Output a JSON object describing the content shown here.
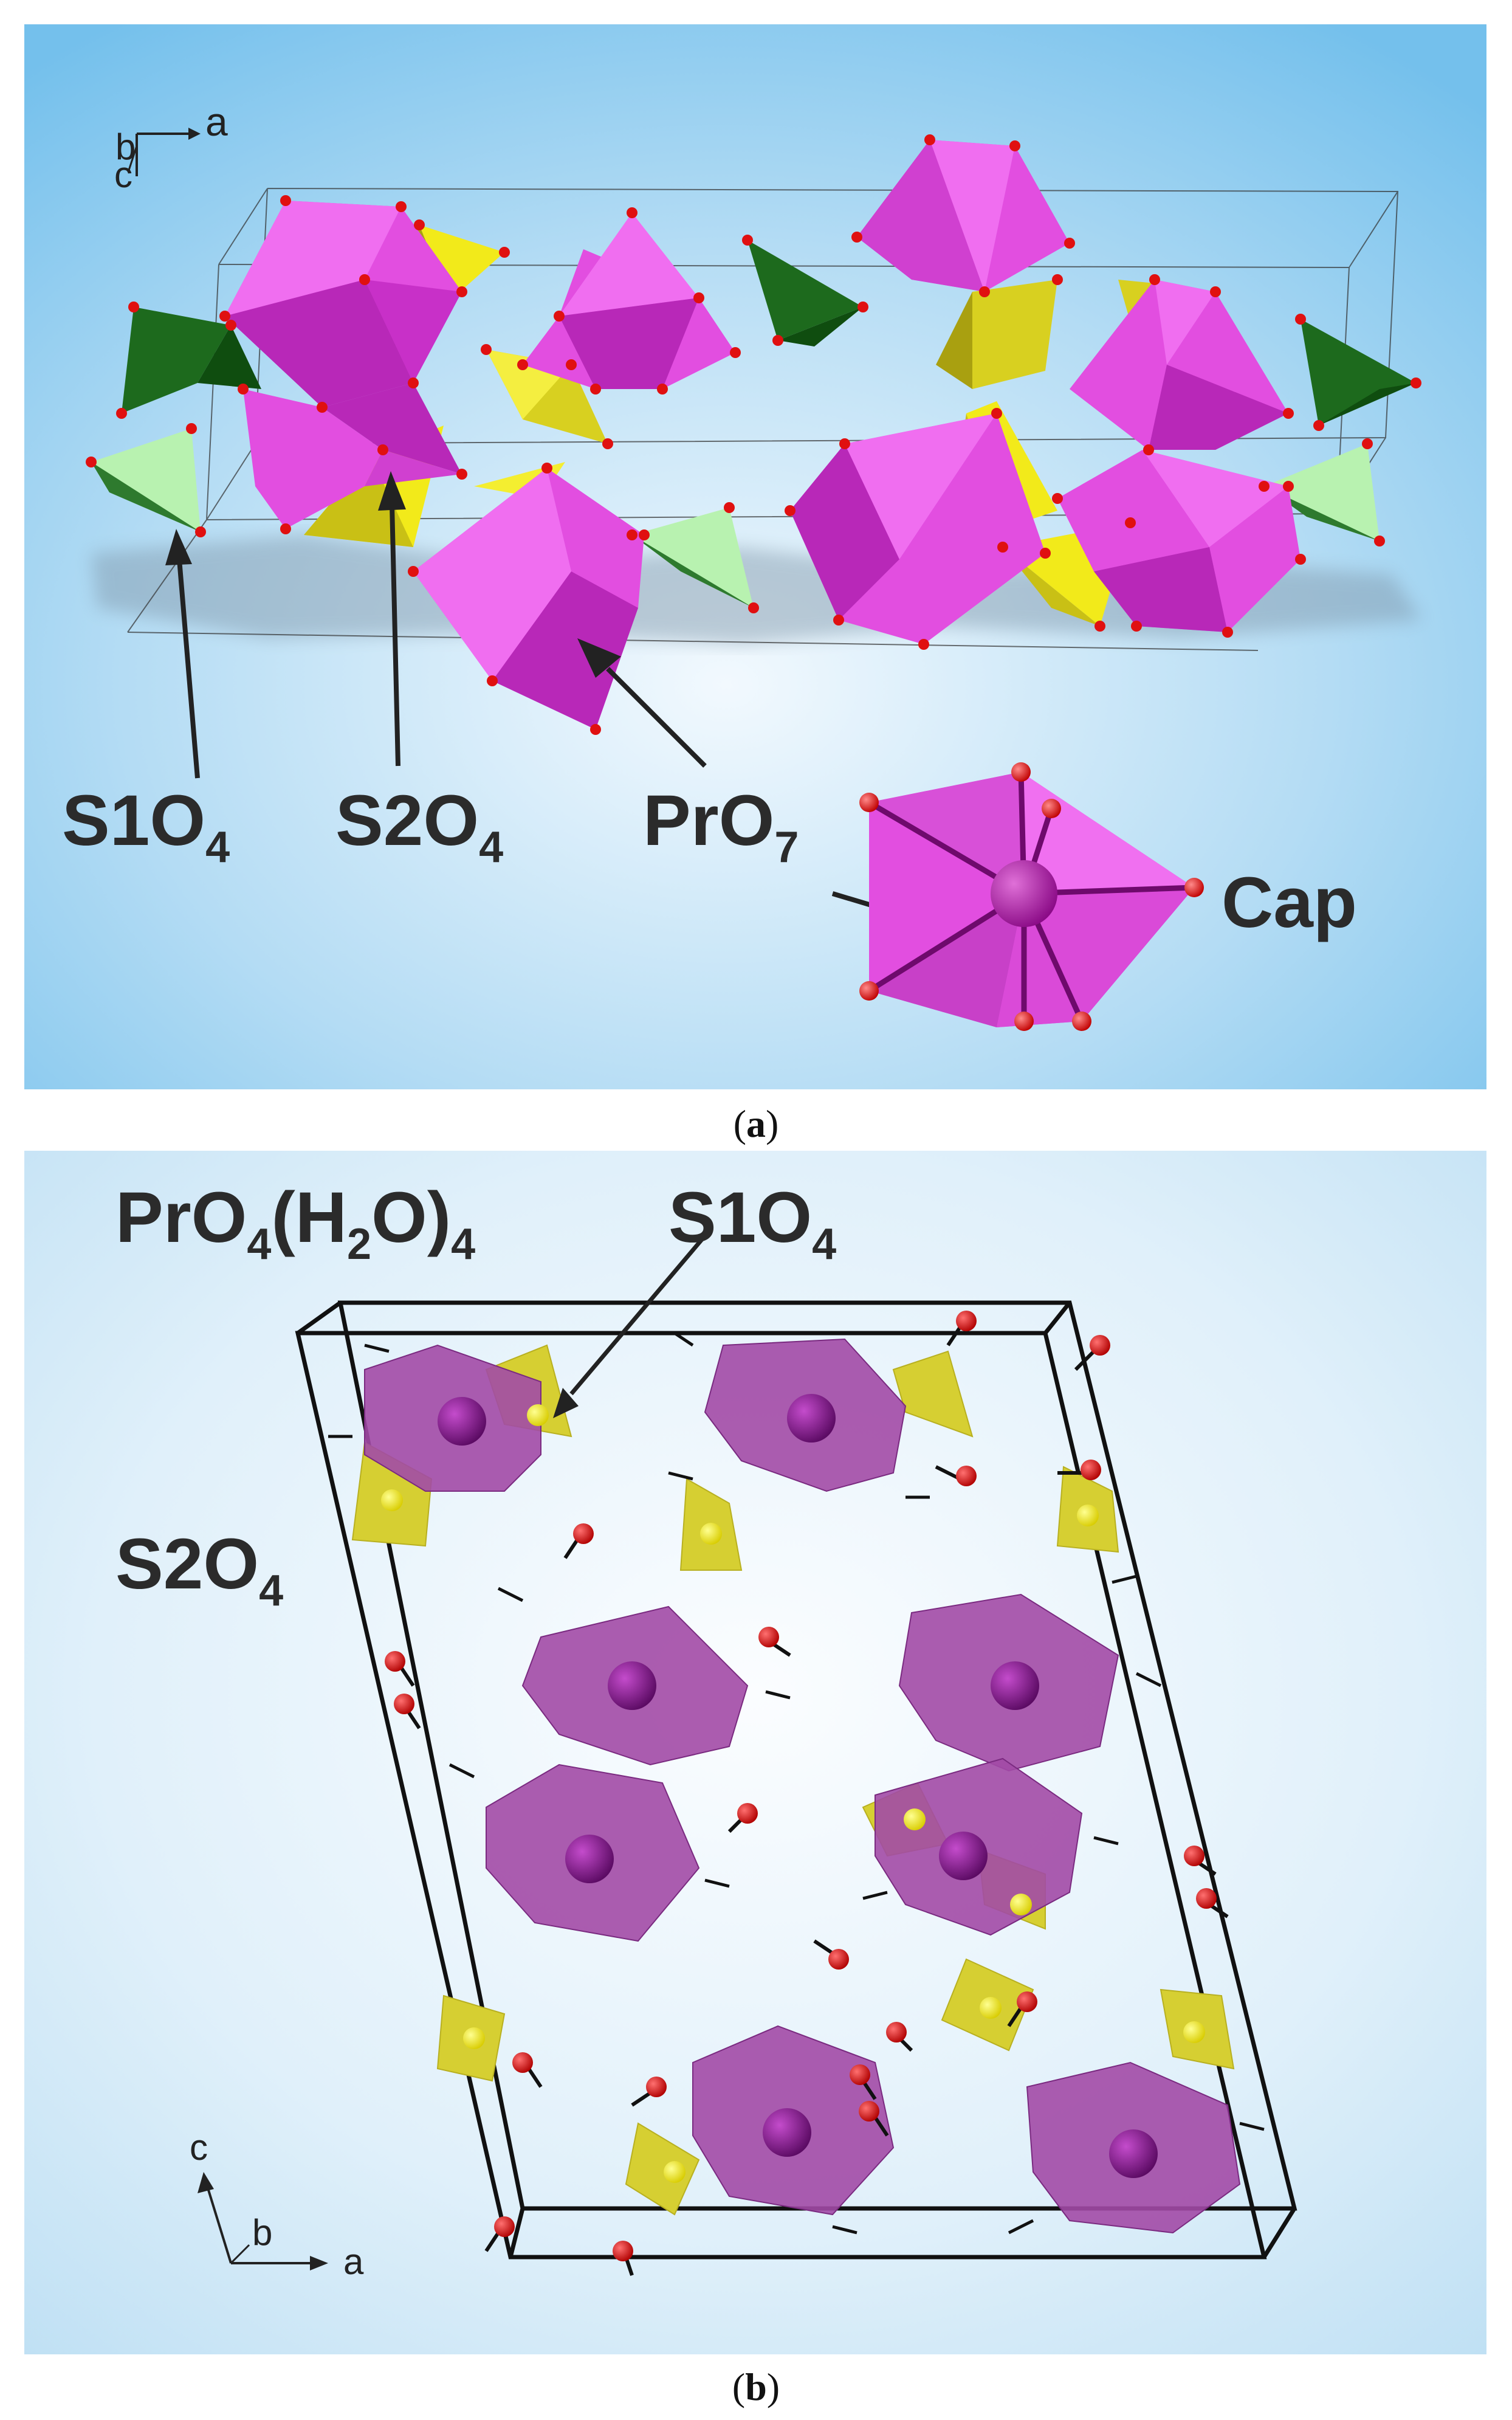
{
  "panel_a": {
    "axes": {
      "a": "a",
      "b": "b",
      "c": "c"
    },
    "labels": {
      "s1o4": {
        "base": "S1O",
        "sub": "4"
      },
      "s2o4": {
        "base": "S2O",
        "sub": "4"
      },
      "pro7": {
        "base": "PrO",
        "sub": "7"
      },
      "cap": "Cap"
    },
    "caption": {
      "open": "(",
      "letter": "a",
      "close": ")"
    },
    "colors": {
      "background": "#8fcdf0",
      "pr_polyhedron": "#e24ee0",
      "s2_tetrahedron": "#f2ea1a",
      "s1_dark": "#1d6a1d",
      "s1_light": "#b8f2b0",
      "oxygen": "#e01010"
    }
  },
  "panel_b": {
    "axes": {
      "a": "a",
      "b": "b",
      "c": "c"
    },
    "labels": {
      "pro4h2o4": {
        "p1": "PrO",
        "s1": "4",
        "p2": "(H",
        "s2": "2",
        "p3": "O)",
        "s3": "4"
      },
      "s1o4": {
        "base": "S1O",
        "sub": "4"
      },
      "s2o4": {
        "base": "S2O",
        "sub": "4"
      }
    },
    "caption": {
      "open": "(",
      "letter": "b",
      "close": ")"
    },
    "colors": {
      "background": "#d6ecf8",
      "pr_polyhedron": "#a24aa6",
      "pr_atom": "#7a1a80",
      "s_tetrahedron": "#d6cf32",
      "s_atom": "#f4ec10",
      "oxygen": "#d81010"
    }
  }
}
